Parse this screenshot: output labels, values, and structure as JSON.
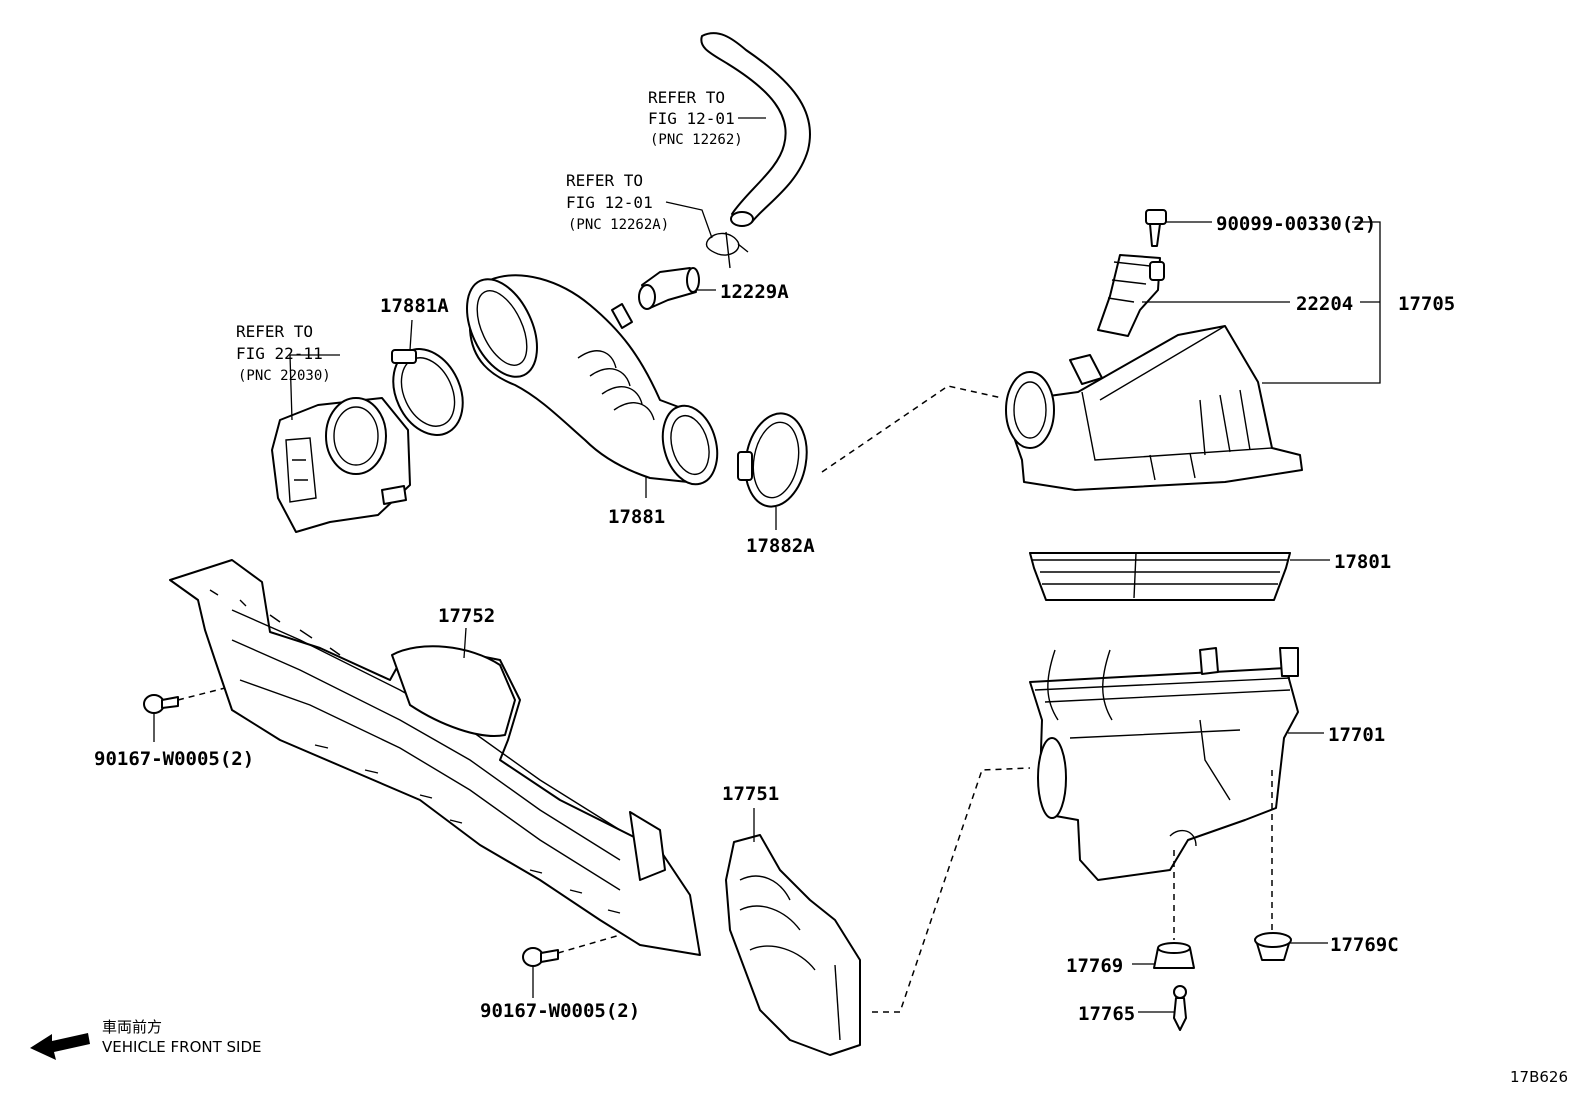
{
  "diagram_code": "17B626",
  "direction": {
    "label_jp": "車両前方",
    "label_en": "VEHICLE FRONT SIDE"
  },
  "references": [
    {
      "line1": "REFER TO",
      "line2": "FIG 12-01",
      "line3": "(PNC 12262)"
    },
    {
      "line1": "REFER TO",
      "line2": "FIG 12-01",
      "line3": "(PNC 12262A)"
    },
    {
      "line1": "REFER TO",
      "line2": "FIG 22-11",
      "line3": "(PNC 22030)"
    }
  ],
  "parts": {
    "p12229A": "12229A",
    "p17881A": "17881A",
    "p17881": "17881",
    "p17882A": "17882A",
    "p90099": "90099-00330(2)",
    "p22204": "22204",
    "p17705": "17705",
    "p17801": "17801",
    "p17752": "17752",
    "p90167a": "90167-W0005(2)",
    "p90167b": "90167-W0005(2)",
    "p17751": "17751",
    "p17701": "17701",
    "p17769": "17769",
    "p17769C": "17769C",
    "p17765": "17765"
  }
}
